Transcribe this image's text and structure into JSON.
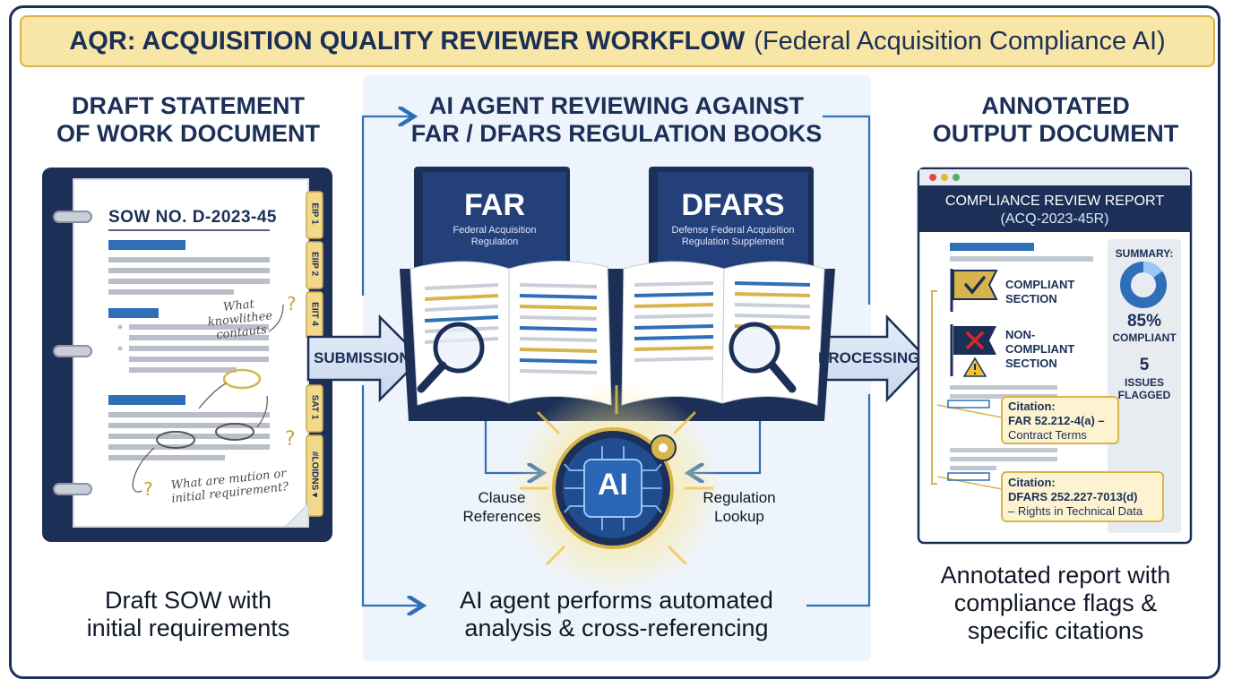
{
  "title": {
    "main": "AQR: ACQUISITION QUALITY REVIEWER WORKFLOW",
    "sub": "(Federal Acquisition Compliance AI)"
  },
  "left": {
    "heading_line1": "DRAFT STATEMENT",
    "heading_line2": "OF WORK DOCUMENT",
    "doc_title": "SOW NO. D-2023-45",
    "note_top": "What knowlithee contauts",
    "note_bottom": "What are mution or initial requirement?",
    "tabs": [
      "EIP 1",
      "EIIP 2",
      "EIIT 4",
      "SAT 1",
      "#LOIDNS ▾"
    ],
    "caption_line1": "Draft SOW with",
    "caption_line2": "initial requirements"
  },
  "arrows": {
    "submission": "SUBMISSION",
    "processing": "PROCESSING"
  },
  "center": {
    "heading_line1": "AI AGENT REVIEWING AGAINST",
    "heading_line2": "FAR / DFARS REGULATION BOOKS",
    "book_far_title": "FAR",
    "book_far_sub_line1": "Federal Acquisition",
    "book_far_sub_line2": "Regulation",
    "book_dfars_title": "DFARS",
    "book_dfars_sub_line1": "Defense Federal Acquisition",
    "book_dfars_sub_line2": "Regulation Supplement",
    "ai_label": "AI",
    "clause_line1": "Clause",
    "clause_line2": "References",
    "lookup_line1": "Regulation",
    "lookup_line2": "Lookup",
    "caption_line1": "AI agent performs automated",
    "caption_line2": "analysis & cross-referencing"
  },
  "right": {
    "heading_line1": "ANNOTATED",
    "heading_line2": "OUTPUT DOCUMENT",
    "report_title_line1": "COMPLIANCE REVIEW REPORT",
    "report_title_line2": "(ACQ-2023-45R)",
    "compliant_line1": "COMPLIANT",
    "compliant_line2": "SECTION",
    "noncompliant_line1": "NON-",
    "noncompliant_line2": "COMPLIANT",
    "noncompliant_line3": "SECTION",
    "summary_label": "SUMMARY:",
    "compliance_percent": "85%",
    "compliance_percent_value": 85,
    "compliant_label": "COMPLIANT",
    "issues_count": "5",
    "issues_line1": "ISSUES",
    "issues_line2": "FLAGGED",
    "citation1_label": "Citation:",
    "citation1_line1": "FAR 52.212-4(a) –",
    "citation1_line2": "Contract Terms",
    "citation2_label": "Citation:",
    "citation2_line1": "DFARS 252.227-7013(d)",
    "citation2_line2": "– Rights in Technical Data",
    "caption_line1": "Annotated report with",
    "caption_line2": "compliance flags &",
    "caption_line3": "specific citations"
  },
  "colors": {
    "navy": "#1b2f57",
    "gold": "#d8b54c",
    "blue": "#2f6fb8",
    "red": "#d62828"
  }
}
